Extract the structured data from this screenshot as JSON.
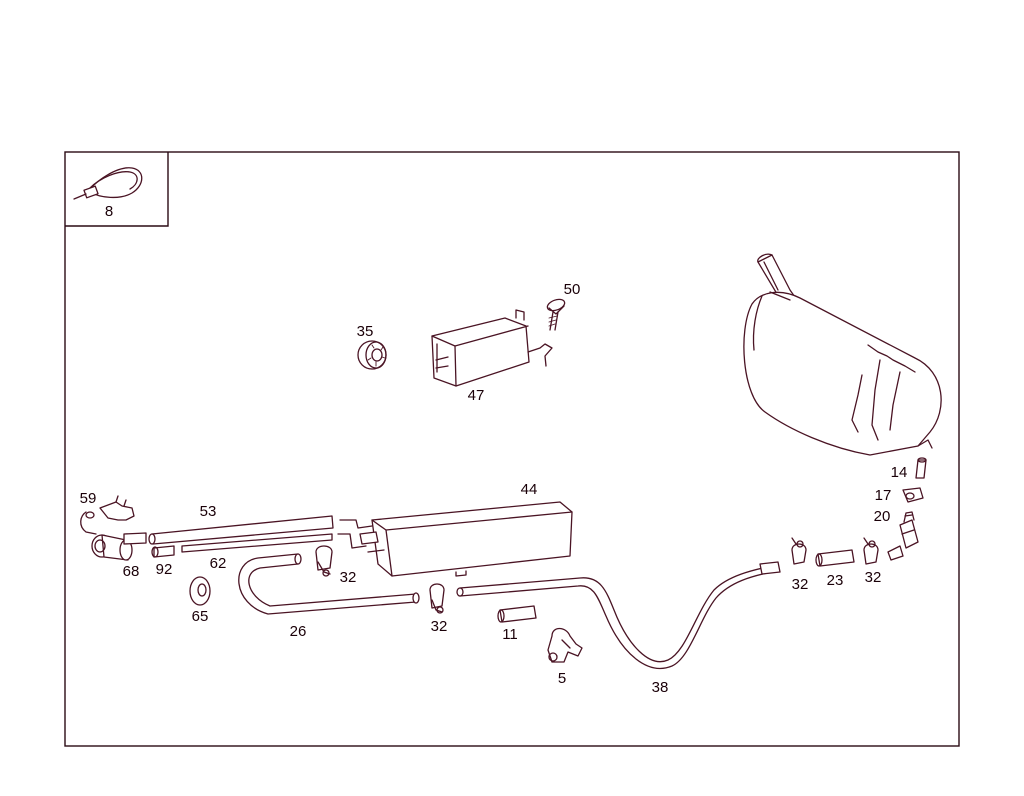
{
  "callouts": {
    "c8": "8",
    "c50": "50",
    "c35": "35",
    "c47": "47",
    "c14": "14",
    "c17": "17",
    "c20": "20",
    "c59": "59",
    "c53": "53",
    "c44": "44",
    "c68": "68",
    "c92": "92",
    "c62": "62",
    "c32a": "32",
    "c65": "65",
    "c26": "26",
    "c32b": "32",
    "c11": "11",
    "c5": "5",
    "c38": "38",
    "c32c": "32",
    "c23": "23",
    "c32d": "32"
  },
  "colors": {
    "line": "#4a1424",
    "text": "#1a0008",
    "background": "#ffffff"
  }
}
